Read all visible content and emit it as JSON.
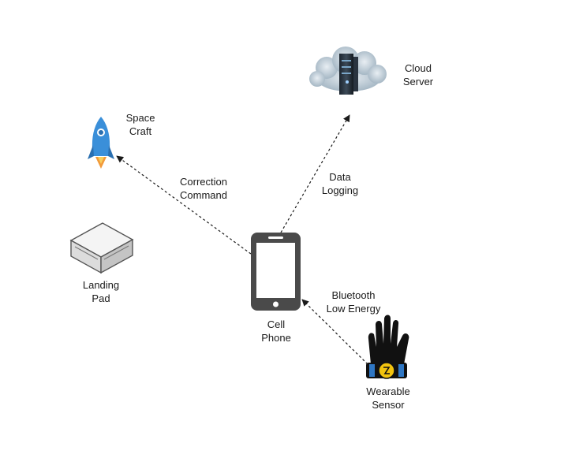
{
  "nodes": {
    "cloud_server": {
      "line1": "Cloud",
      "line2": "Server"
    },
    "space_craft": {
      "line1": "Space",
      "line2": "Craft"
    },
    "landing_pad": {
      "line1": "Landing",
      "line2": "Pad"
    },
    "cell_phone": {
      "line1": "Cell",
      "line2": "Phone"
    },
    "wearable_sensor": {
      "line1": "Wearable",
      "line2": "Sensor"
    }
  },
  "edges": {
    "correction_command": {
      "line1": "Correction",
      "line2": "Command"
    },
    "data_logging": {
      "line1": "Data",
      "line2": "Logging"
    },
    "bluetooth": {
      "line1": "Bluetooth",
      "line2": "Low Energy"
    }
  },
  "colors": {
    "phone": "#4a4a4a",
    "rocket_body": "#3a8fd9",
    "rocket_flame": "#f29a3a",
    "sensor_yellow": "#f2c30f",
    "sensor_blue": "#2f77c4",
    "edge": "#1a1a1a"
  },
  "icons": {
    "cloud_server": "cloud-server-icon",
    "space_craft": "rocket-icon",
    "landing_pad": "box-icon",
    "cell_phone": "smartphone-icon",
    "wearable_sensor": "glove-sensor-icon"
  }
}
